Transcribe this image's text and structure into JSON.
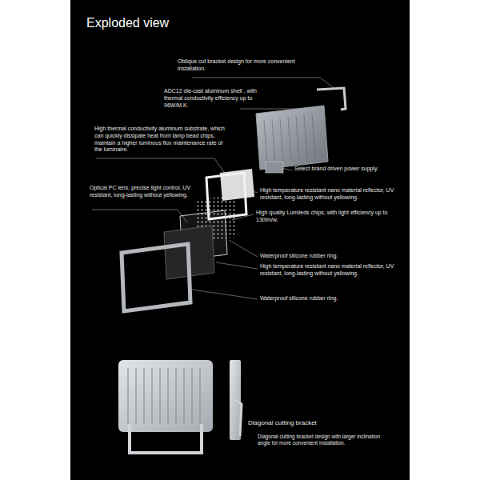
{
  "diagram": {
    "title": "Exploded view",
    "labels": [
      "Oblique cut bracket design for more convenient installation.",
      "ADC12 die-cast aluminum shell , with thermal conductivity efficiency up to 96W/M.K.",
      "High thermal conductivity aluminum substrate, which can quickly dissipate heat from lamp bead chips, maintain a higher luminous flux maintenance rate of the luminaire.",
      "Select brand driven power supply.",
      "Optical PC lens, precise light control, UV resistant, long-lasting without yellowing.",
      "High temperature resistant nano material reflector, UV resistant, long-lasting without yellowing.",
      "High quality Lumileds chips, with light efficiency up to 130lm/w.",
      "Waterproof silicone rubber ring.",
      "High temperature resistant nano material reflector, UV resistant, long-lasting without yellowing.",
      "Waterproof silicone rubber ring.",
      "Diagonal cutting bracket",
      "Diagonal cutting bracket design with larger inclination angle for more convenient installation."
    ]
  }
}
